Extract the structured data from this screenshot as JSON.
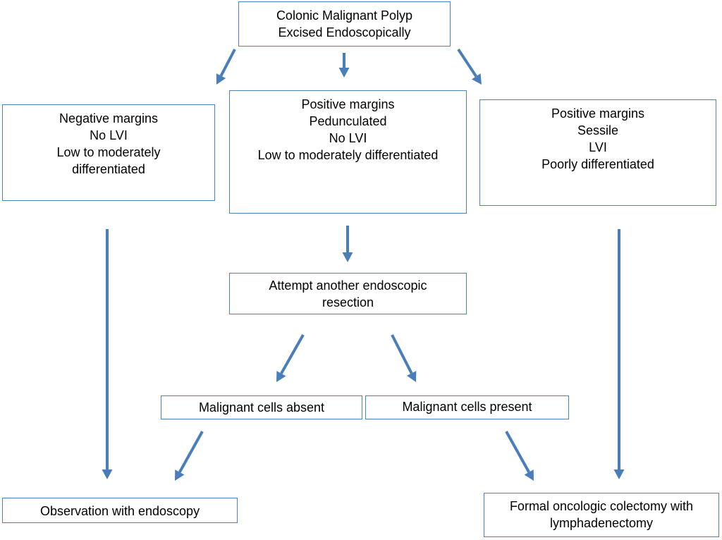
{
  "colors": {
    "border": "#4f81bd",
    "arrow": "#4a7ebb",
    "text": "#000000"
  },
  "boxes": {
    "top": {
      "lines": [
        "Colonic Malignant Polyp",
        "Excised Endoscopically"
      ]
    },
    "left": {
      "lines": [
        "Negative margins",
        "No LVI",
        "Low to moderately",
        "differentiated"
      ]
    },
    "middle": {
      "lines": [
        "Positive margins",
        "Pedunculated",
        "No LVI",
        "Low to moderately differentiated"
      ]
    },
    "right": {
      "lines": [
        "Positive margins",
        "Sessile",
        "LVI",
        "Poorly differentiated"
      ]
    },
    "attempt": {
      "lines": [
        "Attempt another endoscopic",
        "resection"
      ]
    },
    "absent": {
      "lines": [
        "Malignant cells absent"
      ]
    },
    "present": {
      "lines": [
        "Malignant cells present"
      ]
    },
    "observation": {
      "lines": [
        "Observation with endoscopy"
      ]
    },
    "colectomy": {
      "lines": [
        "Formal oncologic colectomy with",
        "lymphadenectomy"
      ]
    }
  },
  "edges": [
    {
      "from": "top",
      "to": "left"
    },
    {
      "from": "top",
      "to": "middle"
    },
    {
      "from": "top",
      "to": "right"
    },
    {
      "from": "middle",
      "to": "attempt"
    },
    {
      "from": "attempt",
      "to": "absent"
    },
    {
      "from": "attempt",
      "to": "present"
    },
    {
      "from": "left",
      "to": "observation"
    },
    {
      "from": "absent",
      "to": "observation"
    },
    {
      "from": "right",
      "to": "colectomy"
    },
    {
      "from": "present",
      "to": "colectomy"
    }
  ]
}
